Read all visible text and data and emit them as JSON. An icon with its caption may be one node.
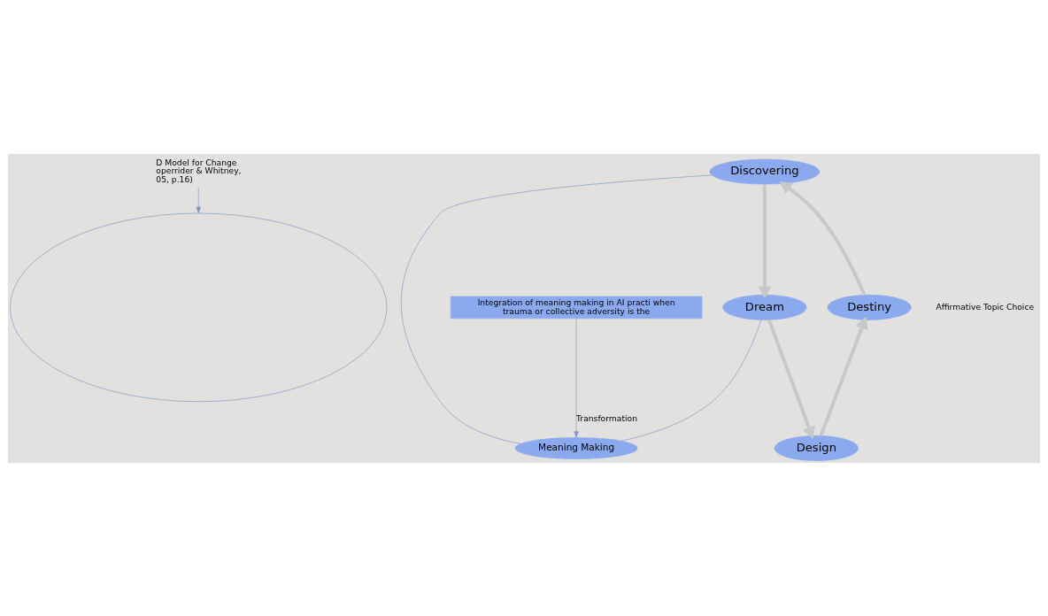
{
  "diagram": {
    "nodes": [
      {
        "text": [
          "D Model for Change operrider & Whitney, 05, p.16)"
        ]
      },
      {
        "text": [],
        "shape": "ellipse"
      },
      {
        "text": [
          "Meaning Making"
        ]
      },
      {
        "text": [
          "Discovering"
        ]
      },
      {
        "text": [
          "Dream"
        ]
      },
      {
        "text": [
          "Design"
        ]
      },
      {
        "text": [
          "Destiny"
        ]
      },
      {
        "text": [
          "Integration of meaning making in AI practi when trauma or collective adversity is the"
        ]
      }
    ],
    "edges": [
      {
        "from": 0,
        "to": 1,
        "arrow": "to"
      },
      {
        "from": 3,
        "to": 4,
        "arrow": "to",
        "style": "thick",
        "color": "#c8c8c8"
      },
      {
        "from": 4,
        "to": 5,
        "arrow": "to",
        "style": "thick",
        "color": "#c8c8c8"
      },
      {
        "from": 5,
        "to": 6,
        "arrow": "to",
        "style": "thick",
        "color": "#c8c8c8"
      },
      {
        "from": 6,
        "to": 3,
        "arrow": "to",
        "style": "thick",
        "color": "#c8c8c8"
      },
      {
        "from": 3,
        "to": 2,
        "arrow": "none"
      },
      {
        "from": 4,
        "to": 2,
        "arrow": "none"
      },
      {
        "from": 7,
        "to": 2,
        "arrow": "to",
        "label": "Transformation"
      }
    ],
    "labels": [
      "Affirmative Topic Choice"
    ]
  }
}
